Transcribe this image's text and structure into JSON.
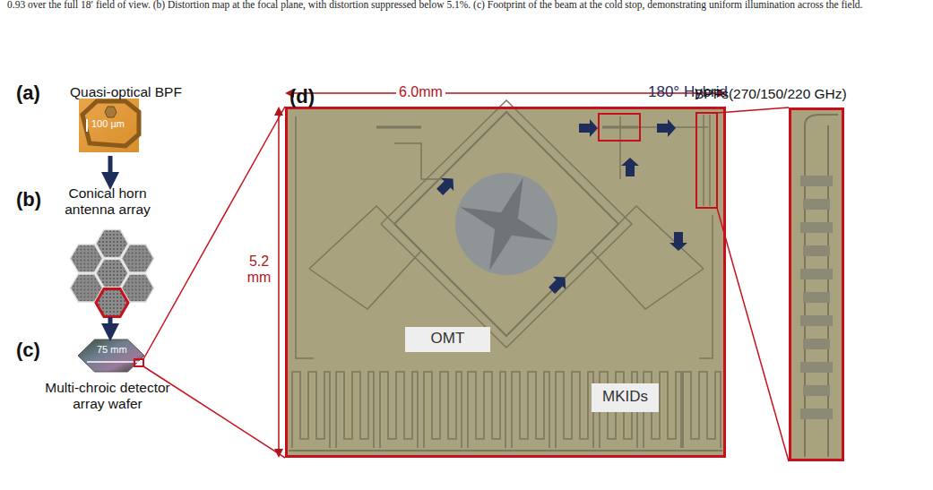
{
  "diagram": {
    "nodes": [
      {
        "text": [
          "(a)",
          "Quasi-optical BPF",
          "100 µm"
        ]
      },
      {
        "text": [
          "(b)",
          "Conical horn antenna array"
        ]
      },
      {
        "text": [
          "(c)",
          "75 mm",
          "Multi-chroic detector array wafer"
        ]
      },
      {
        "text": [
          "(d)"
        ]
      },
      {
        "text": [
          "OMT"
        ],
        "in": 3
      },
      {
        "text": [
          "MKIDs"
        ],
        "in": 3
      },
      {
        "text": [
          "BPFs(270/150/220 GHz)"
        ]
      }
    ],
    "edges": [
      {
        "from": 0,
        "to": 1,
        "arrow": "to"
      },
      {
        "from": 1,
        "to": 2,
        "arrow": "to"
      }
    ],
    "labels": [
      "0.93 over the full 18′ field of view. (b) Distortion map at the focal plane, with distortion suppressed below 5.1%. (c) Footprint of the beam at the cold stop, demonstrating uniform illumination across the field.",
      "6.0mm",
      "5.2 mm",
      "180° Hybrid"
    ]
  }
}
